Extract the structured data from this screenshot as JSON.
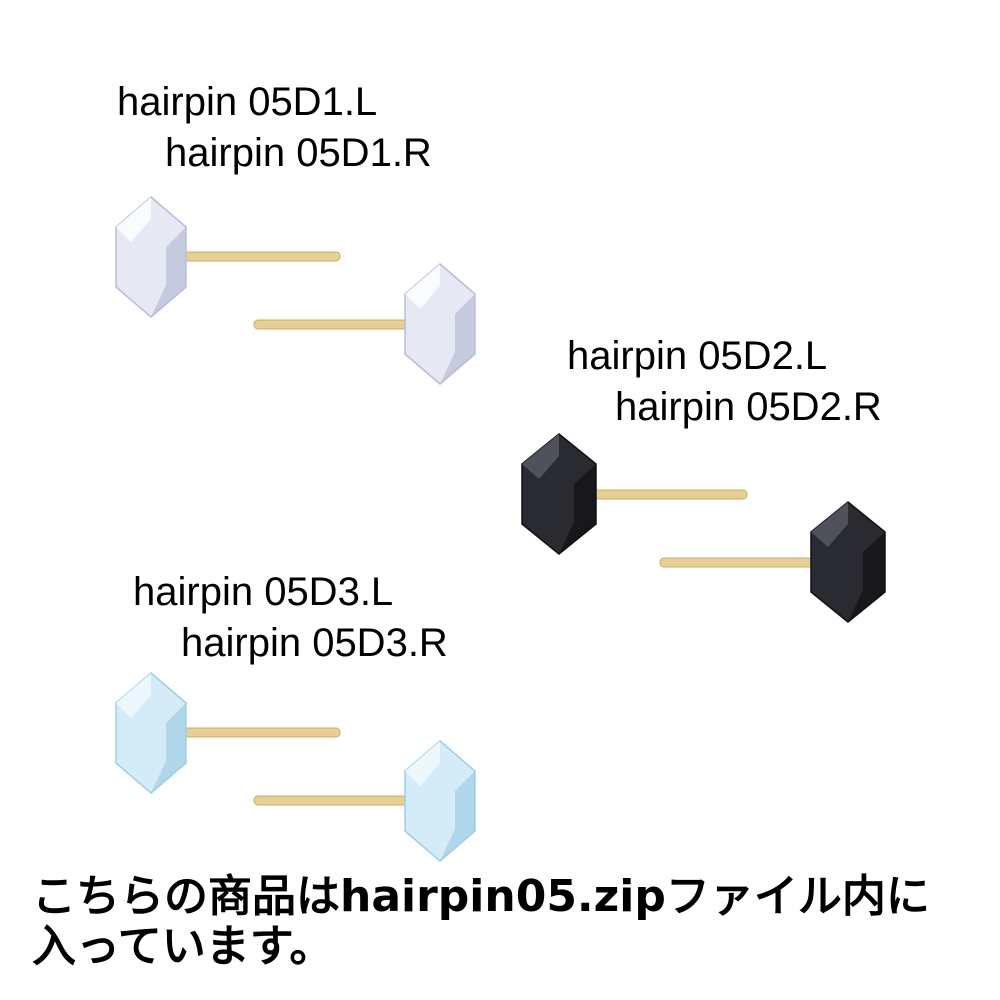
{
  "products": [
    {
      "left_label": "hairpin 05D1.L",
      "right_label": "hairpin 05D1.R",
      "gem_color": "#e6e8f3",
      "gem_shade": "#b8bdd6",
      "gem_highlight": "#ffffff"
    },
    {
      "left_label": "hairpin 05D2.L",
      "right_label": "hairpin 05D2.R",
      "gem_color": "#2a2b30",
      "gem_shade": "#111114",
      "gem_highlight": "#5a5c66"
    },
    {
      "left_label": "hairpin 05D3.L",
      "right_label": "hairpin 05D3.R",
      "gem_color": "#d3ecf8",
      "gem_shade": "#9fcde6",
      "gem_highlight": "#f4fbff"
    }
  ],
  "pin_color": "#e8cf95",
  "pin_shade": "#c9ab6c",
  "note_line1": "こちらの商品はhairpin05.zipファイル内に",
  "note_line2": "入っています。"
}
